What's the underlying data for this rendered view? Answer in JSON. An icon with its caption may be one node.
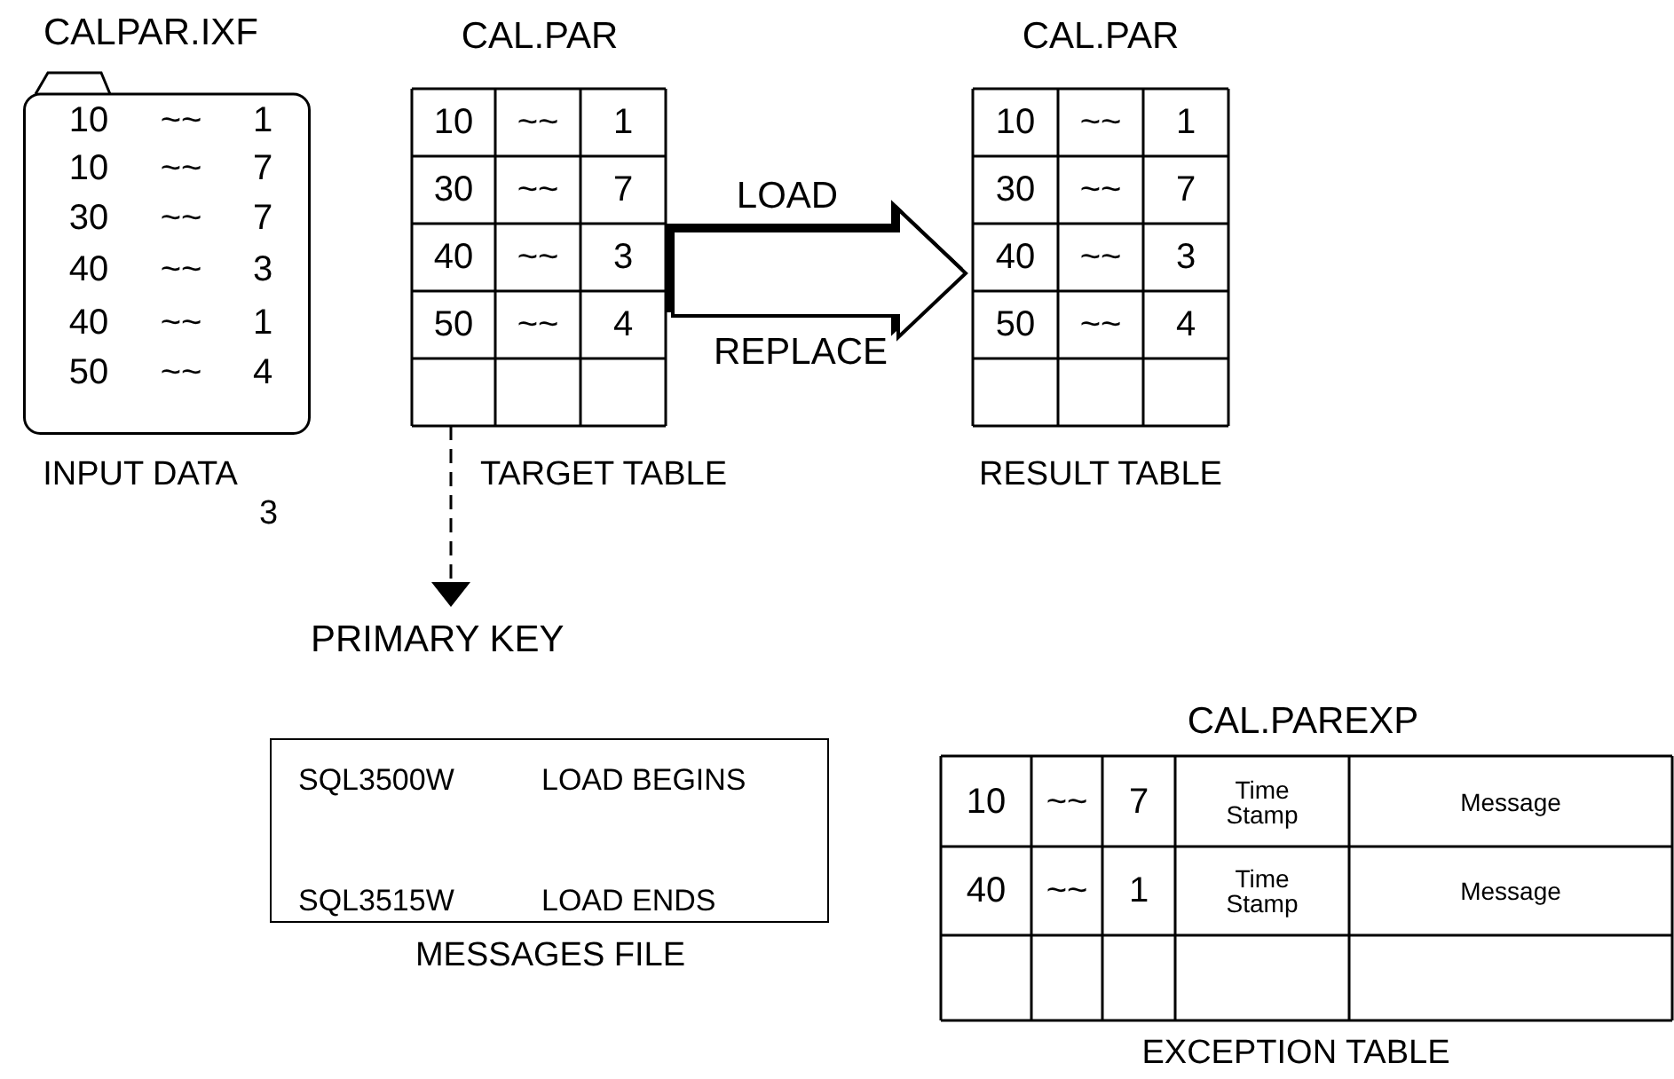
{
  "diagram": {
    "nodes": [
      {
        "text": [
          "CALPAR.IXF"
        ],
        "beside": [
          "INPUT DATA",
          "3"
        ]
      },
      {
        "text": [
          "CAL.PAR"
        ],
        "beside": [
          "TARGET TABLE"
        ]
      },
      {
        "text": [
          "CAL.PAR"
        ],
        "beside": [
          "RESULT TABLE"
        ]
      },
      {
        "text": [
          "PRIMARY KEY"
        ]
      },
      {
        "text": [
          "SQL3500W",
          "LOAD BEGINS",
          "SQL3515W",
          "LOAD ENDS"
        ],
        "beside": [
          "MESSAGES FILE"
        ]
      },
      {
        "text": [
          "CAL.PAREXP"
        ],
        "beside": [
          "EXCEPTION TABLE"
        ]
      }
    ],
    "edges": [
      {
        "from": 1,
        "to": 2,
        "arrow": "to",
        "label": "LOAD"
      },
      {
        "from": 1,
        "to": 3,
        "arrow": "to",
        "style": "dashed"
      }
    ],
    "labels": [
      "10",
      "~~",
      "1",
      "10",
      "~~",
      "7",
      "30",
      "~~",
      "7",
      "40",
      "~~",
      "3",
      "40",
      "~~",
      "1",
      "50",
      "~~",
      "4",
      "10",
      "~~",
      "1",
      "30",
      "~~",
      "7",
      "40",
      "~~",
      "3",
      "50",
      "~~",
      "4",
      "REPLACE",
      "10",
      "~~",
      "1",
      "30",
      "~~",
      "7",
      "40",
      "~~",
      "3",
      "50",
      "~~",
      "4",
      "10",
      "~~",
      "7",
      "Time Stamp",
      "Message",
      "40",
      "~~",
      "1",
      "Time Stamp",
      "Message"
    ]
  }
}
